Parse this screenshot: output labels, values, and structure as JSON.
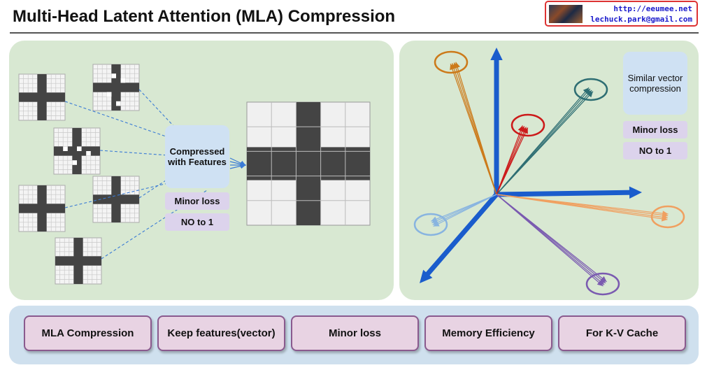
{
  "title": "Multi-Head Latent Attention (MLA) Compression",
  "logo": {
    "url": "http://eeumee.net",
    "email": "lechuck.park@gmail.com"
  },
  "left_panel": {
    "compressed_box": "Compressed with Features",
    "minor_loss": "Minor loss",
    "no_to_one": "NO to 1"
  },
  "right_panel": {
    "similar_box": "Similar vector compression",
    "minor_loss": "Minor loss",
    "no_to_one": "NO to 1",
    "vector_cluster_colors": [
      "#cc7a1a",
      "#2e6e73",
      "#cc1a1a",
      "#f0a060",
      "#7a5ab0",
      "#88b4e0"
    ]
  },
  "bottom_chips": [
    "MLA Compression",
    "Keep features(vector)",
    "Minor loss",
    "Memory Efficiency",
    "For K-V Cache"
  ],
  "colors": {
    "panel_green": "#d8e8d2",
    "bottom_blue": "#cfe0ee",
    "axis_blue": "#1a5ccc"
  }
}
